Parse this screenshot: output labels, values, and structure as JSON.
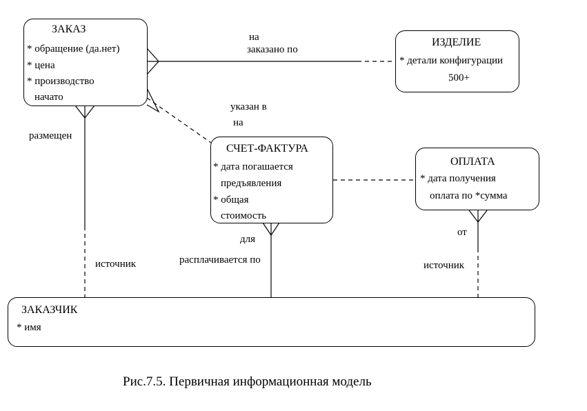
{
  "entities": {
    "zakaz": {
      "name": "ЗАКАЗ",
      "attrs": [
        "* обращение (да.нет)",
        "* цена",
        "* производство",
        "начато"
      ]
    },
    "izdelie": {
      "name": "ИЗДЕЛИЕ",
      "attrs": [
        "* детали конфигурации",
        "500+"
      ]
    },
    "schet": {
      "name": "СЧЕТ-ФАКТУРА",
      "attrs": [
        "* дата погашается",
        "предъявления",
        "* общая",
        "стоимость"
      ]
    },
    "oplata": {
      "name": "ОПЛАТА",
      "attrs": [
        "* дата получения",
        "оплата по *сумма"
      ]
    },
    "zakazchik": {
      "name": "ЗАКАЗЧИК",
      "attrs": [
        "* имя"
      ]
    }
  },
  "relations": {
    "zakaz_izdelie_top": "на",
    "zakaz_izdelie_bottom": "заказано по",
    "zakaz_schet_top": "указан в",
    "zakaz_schet_bottom": "на",
    "zakaz_zakazchik_top": "размещен",
    "zakaz_zakazchik_bottom": "источник",
    "schet_zakazchik_top": "для",
    "schet_zakazchik_bottom": "расплачивается по",
    "oplata_zakazchik_top": "от",
    "oplata_zakazchik_bottom": "источник"
  },
  "caption": "Рис.7.5. Первичная информационная модель"
}
